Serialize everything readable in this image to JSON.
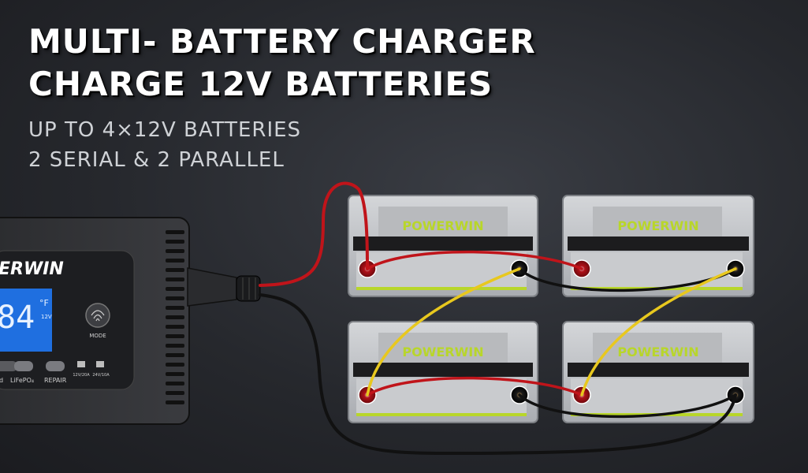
{
  "headline": {
    "line1": "MULTI- BATTERY CHARGER",
    "line2": "CHARGE 12V BATTERIES"
  },
  "subheadline": {
    "line1": "UP TO 4×12V BATTERIES",
    "line2": "2 SERIAL & 2 PARALLEL"
  },
  "charger": {
    "brand": "ERWIN",
    "display_value": "84",
    "unit": "°F",
    "display_sub": "12V",
    "mode_label": "MODE",
    "buttons": [
      "d",
      "LiFePO₄",
      "REPAIR"
    ],
    "indicators": [
      "12V/20A",
      "24V/10A"
    ]
  },
  "batteries": [
    {
      "brand": "POWERWIN"
    },
    {
      "brand": "POWERWIN"
    },
    {
      "brand": "POWERWIN"
    },
    {
      "brand": "POWERWIN"
    }
  ],
  "colors": {
    "brand_green": "#b8d62a",
    "wire_red": "#c0141a",
    "wire_black": "#111111",
    "wire_yellow": "#e8c81e",
    "lcd_blue": "#1f6fe0"
  }
}
